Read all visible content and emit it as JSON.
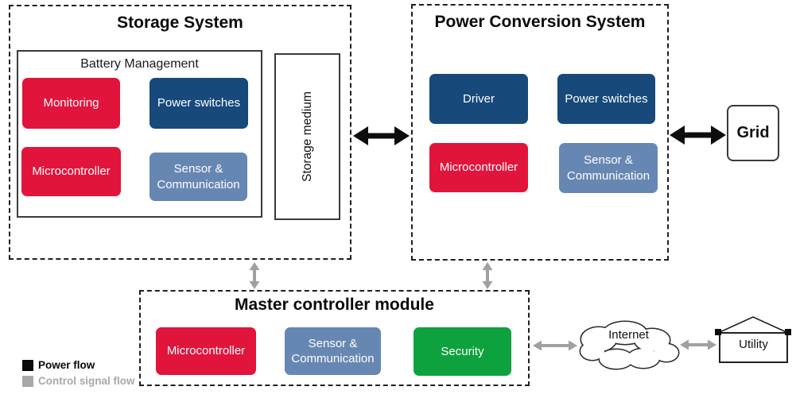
{
  "colors": {
    "red": "#E1143C",
    "dark_blue": "#17497B",
    "steel_blue": "#6787B3",
    "green": "#0EA23E",
    "black": "#0a0a0a",
    "gray": "#A8A8A8"
  },
  "storage_system": {
    "title": "Storage System",
    "battery_management": {
      "title": "Battery Management",
      "modules": [
        {
          "label": "Monitoring",
          "color": "red"
        },
        {
          "label": "Power switches",
          "color": "dark_blue"
        },
        {
          "label": "Microcontroller",
          "color": "red"
        },
        {
          "label": "Sensor & Communication",
          "color": "steel_blue"
        }
      ]
    },
    "storage_medium_label": "Storage medium"
  },
  "power_conversion_system": {
    "title": "Power Conversion System",
    "modules": [
      {
        "label": "Driver",
        "color": "dark_blue"
      },
      {
        "label": "Power switches",
        "color": "dark_blue"
      },
      {
        "label": "Microcontroller",
        "color": "red"
      },
      {
        "label": "Sensor & Communication",
        "color": "steel_blue"
      }
    ]
  },
  "grid": {
    "label": "Grid"
  },
  "master_controller": {
    "title": "Master controller module",
    "modules": [
      {
        "label": "Microcontroller",
        "color": "red"
      },
      {
        "label": "Sensor & Communication",
        "color": "steel_blue"
      },
      {
        "label": "Security",
        "color": "green"
      }
    ]
  },
  "internet": {
    "label": "Internet"
  },
  "utility": {
    "label": "Utility"
  },
  "legend": {
    "power_flow": "Power flow",
    "control_signal_flow": "Control signal flow"
  }
}
